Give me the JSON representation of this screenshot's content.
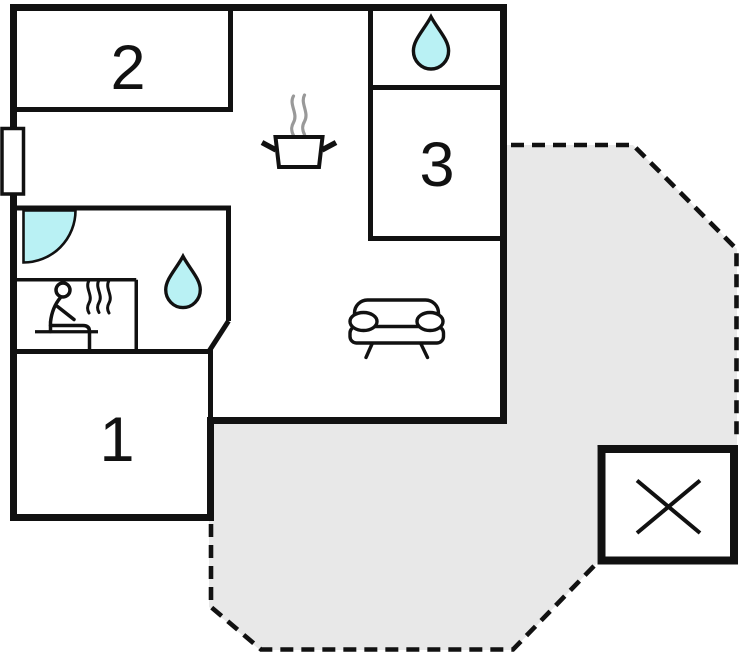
{
  "plan": {
    "title": "floor-plan",
    "rooms": [
      {
        "label": "1"
      },
      {
        "label": "2"
      },
      {
        "label": "3"
      }
    ],
    "features": [
      "water-drop-icon-top-bathroom",
      "water-drop-icon-lower-bathroom",
      "door-swing-icon",
      "sauna-person-icon",
      "heat-waves-icon",
      "cooking-pot-icon",
      "steam-icon",
      "sofa-icon",
      "window-marker",
      "terrace-dashed-area",
      "cross-marker-annex"
    ]
  },
  "colors": {
    "wall": "#111111",
    "accent": "#b9f1f4",
    "terrace": "#e8e8e8",
    "steam": "#999999",
    "background": "#ffffff"
  }
}
